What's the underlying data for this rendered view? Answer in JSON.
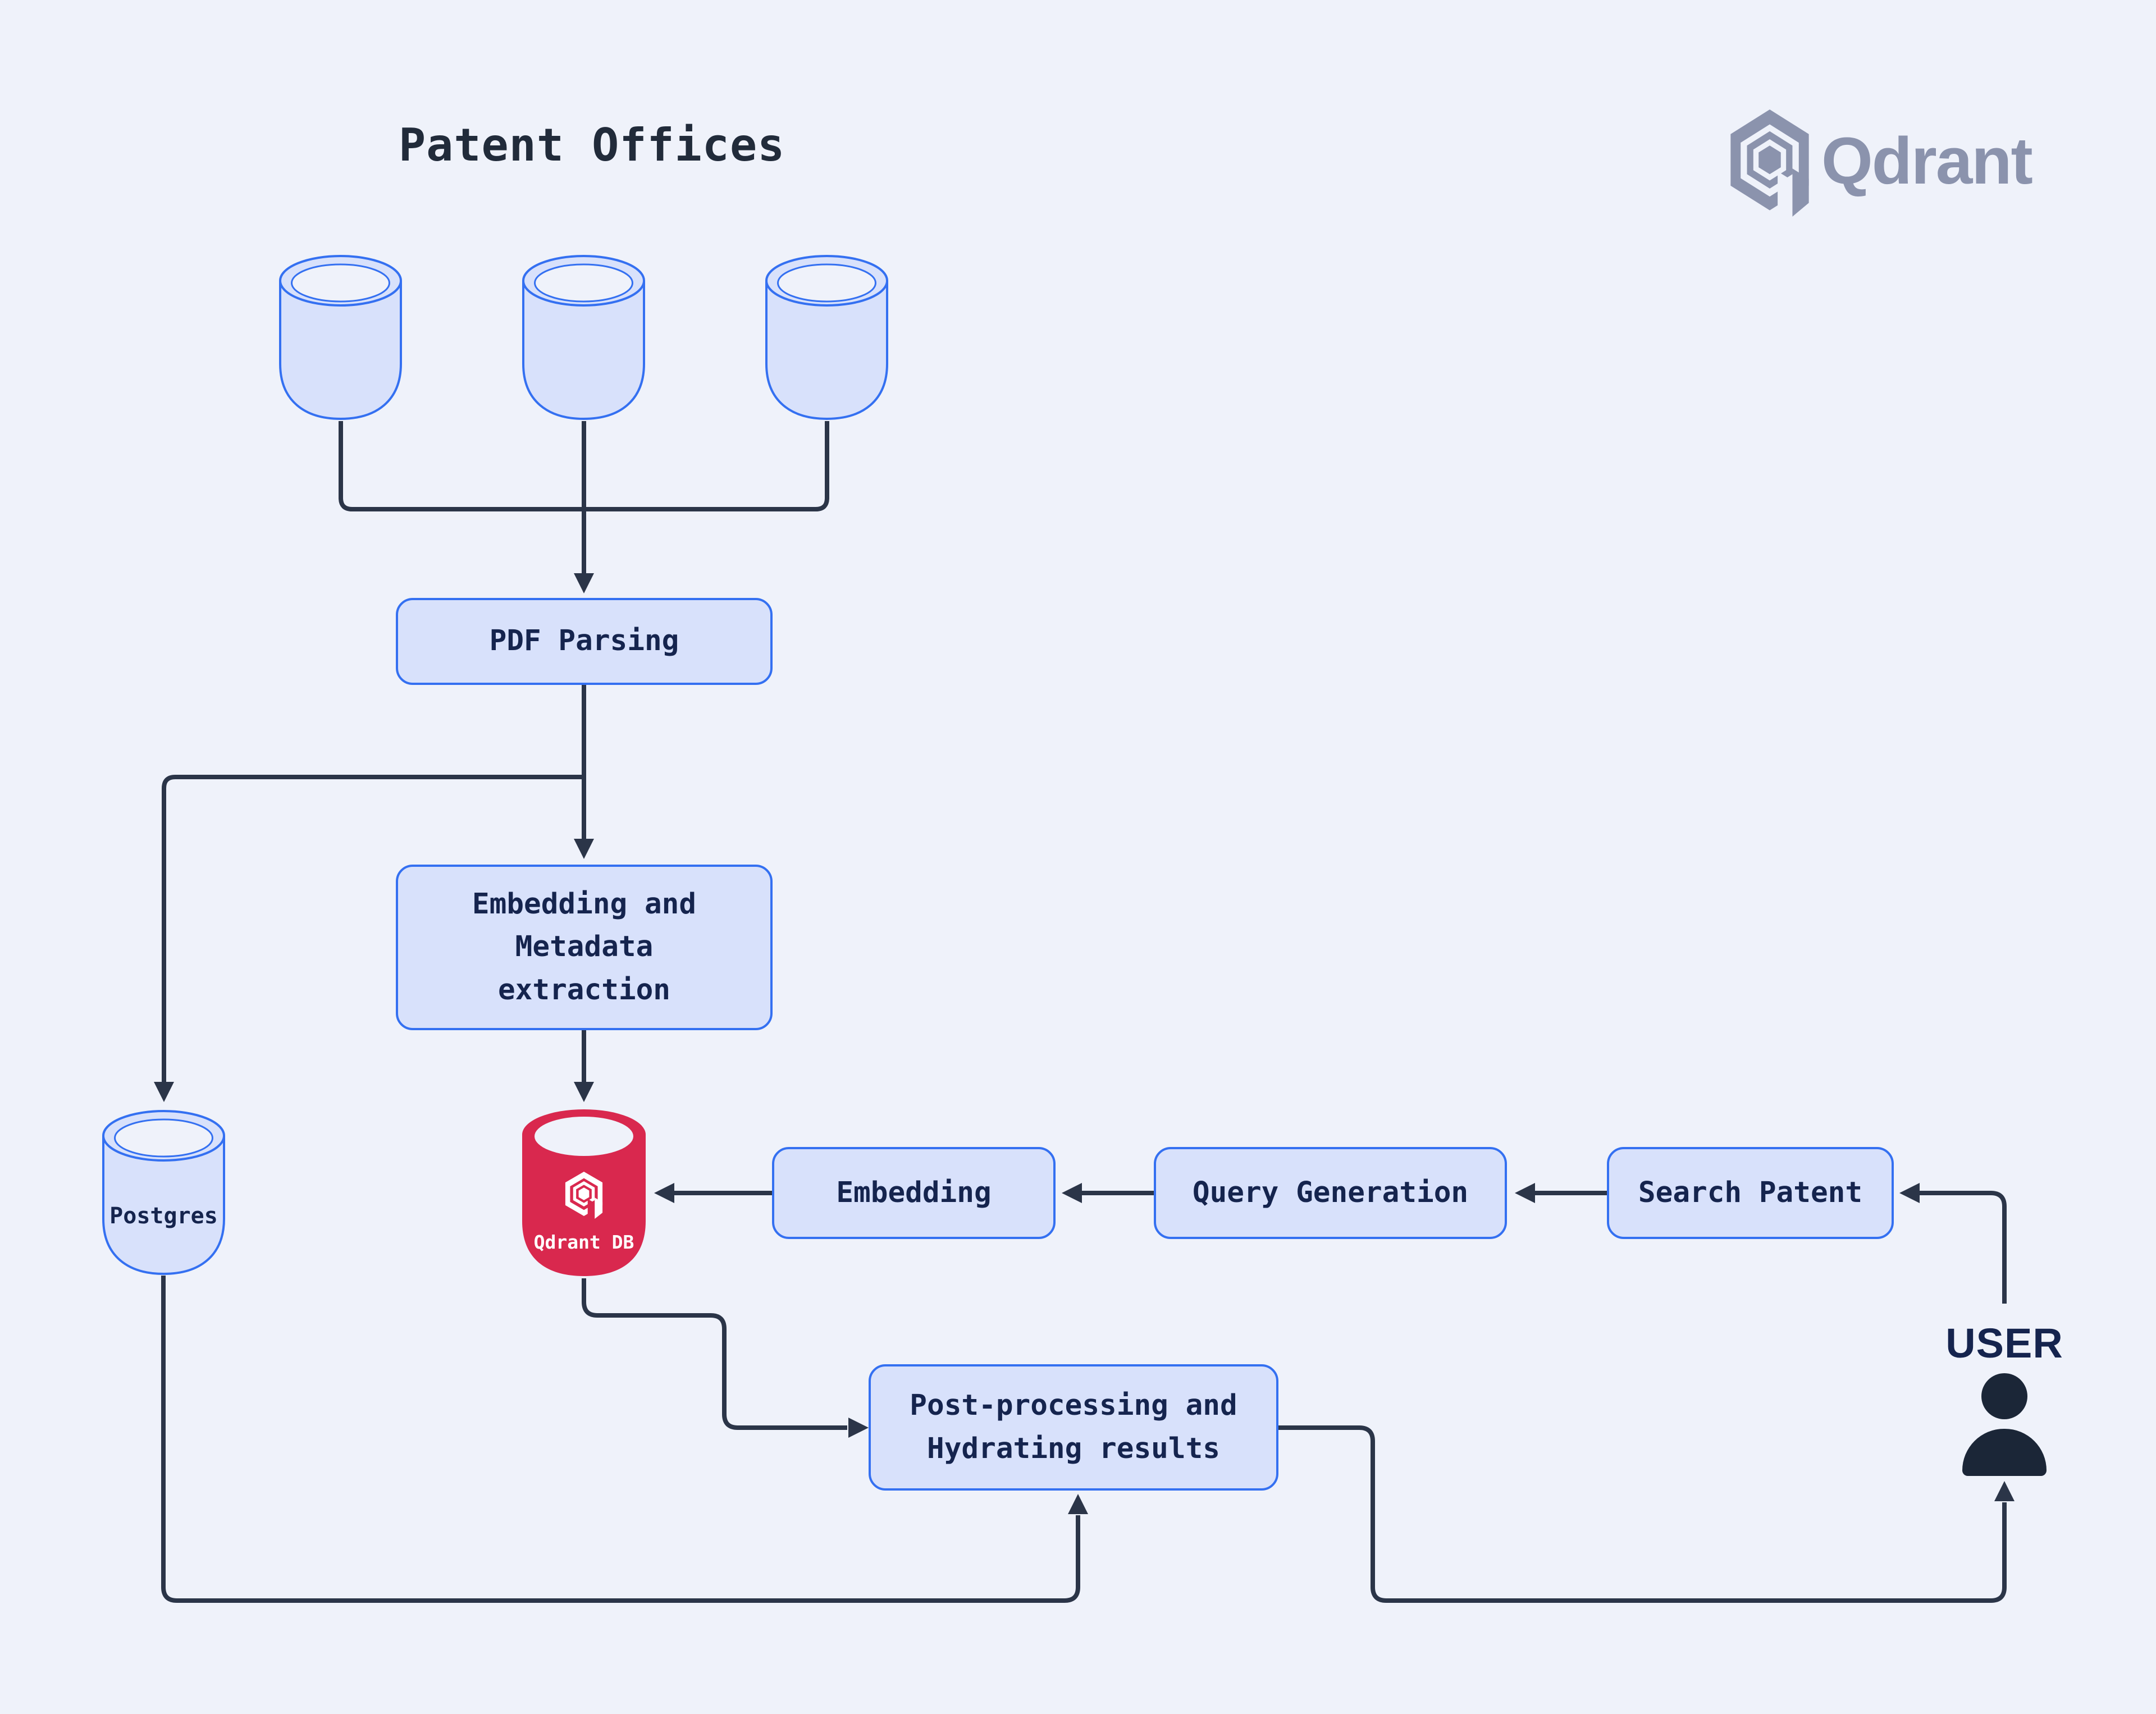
{
  "title": "Patent Offices",
  "brand": {
    "wordmark": "Qdrant"
  },
  "colors": {
    "background": "#eff2fa",
    "box_fill": "#d8e1fb",
    "box_border": "#3470f1",
    "line": "#2b3548",
    "navy_text": "#15244e",
    "title_text": "#212b3a",
    "qdrant_red": "#d9284e",
    "logo_grey": "#8b93ad",
    "icon_dark": "#1b2637",
    "white": "#ffffff"
  },
  "sources": {
    "cylinder_count": 3
  },
  "nodes": {
    "pdf_parsing": {
      "label": "PDF Parsing"
    },
    "embedding_metadata": {
      "label": "Embedding and Metadata extraction"
    },
    "postgres": {
      "label": "Postgres"
    },
    "qdrant_db": {
      "label": "Qdrant DB"
    },
    "embedding": {
      "label": "Embedding"
    },
    "query_generation": {
      "label": "Query Generation"
    },
    "search_patent": {
      "label": "Search Patent"
    },
    "post_processing": {
      "label": "Post-processing and Hydrating results"
    },
    "user": {
      "label": "USER"
    }
  }
}
